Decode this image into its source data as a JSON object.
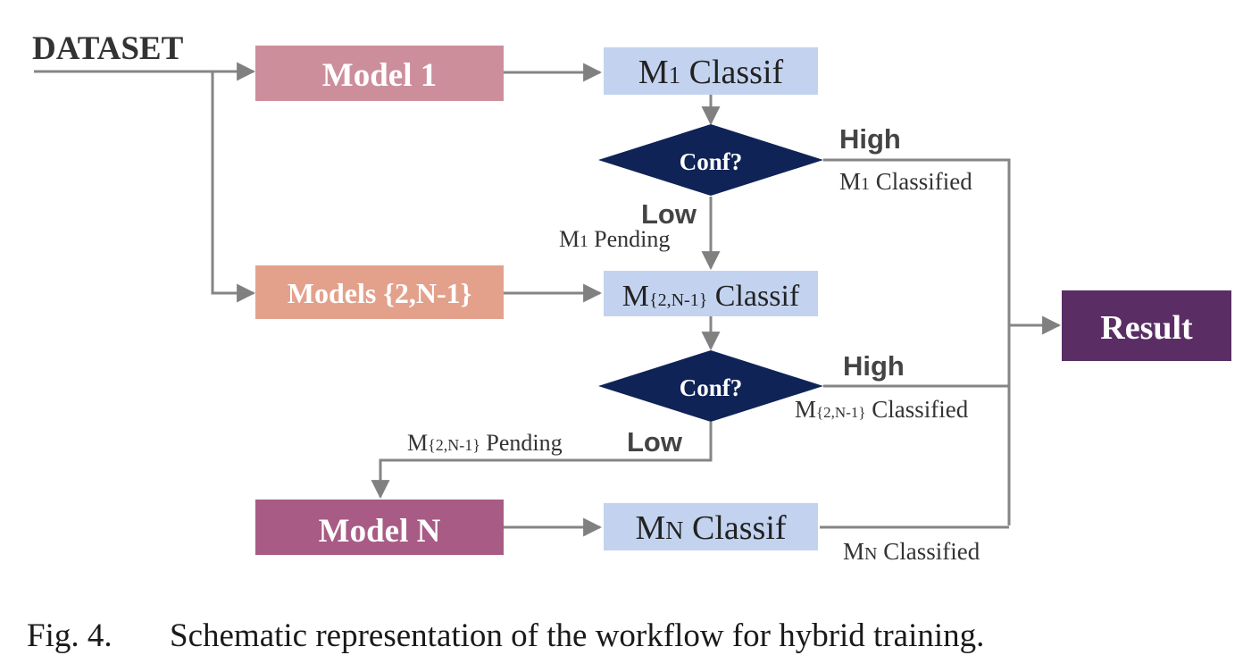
{
  "input": {
    "label": "DATASET"
  },
  "models": {
    "m1": {
      "label": "Model 1",
      "color": "#cd8e9c"
    },
    "m2": {
      "label": "Models {2,N-1}",
      "color": "#e3a18c"
    },
    "mn": {
      "label": "Model N",
      "color": "#a85b84"
    }
  },
  "classif": {
    "color": "#c3d3ef",
    "c1": {
      "prefix": "M",
      "sub": "1",
      "suffix": " Classif"
    },
    "c2": {
      "prefix": "M",
      "sub": "{2,N-1}",
      "suffix": " Classif"
    },
    "cn": {
      "prefix": "M",
      "sub": "N",
      "suffix": " Classif"
    }
  },
  "decisions": {
    "color": "#0f2357",
    "d1": {
      "label": "Conf?"
    },
    "d2": {
      "label": "Conf?"
    }
  },
  "edges": {
    "d1_high": "High",
    "d1_high_note": {
      "prefix": "M",
      "sub": "1",
      "suffix": " Classified"
    },
    "d1_low": "Low",
    "d1_low_note": {
      "prefix": "M",
      "sub": "1",
      "suffix": " Pending"
    },
    "d2_high": "High",
    "d2_high_note": {
      "prefix": "M",
      "sub": "{2,N-1}",
      "suffix": " Classified"
    },
    "d2_low": "Low",
    "d2_low_note": {
      "prefix": "M",
      "sub": "{2,N-1}",
      "suffix": " Pending"
    },
    "mn_note": {
      "prefix": "M",
      "sub": "N",
      "suffix": " Classified"
    }
  },
  "result": {
    "label": "Result",
    "color": "#5a2e64"
  },
  "caption": {
    "fig": "Fig. 4.",
    "text": "Schematic representation of the workflow for hybrid training."
  }
}
